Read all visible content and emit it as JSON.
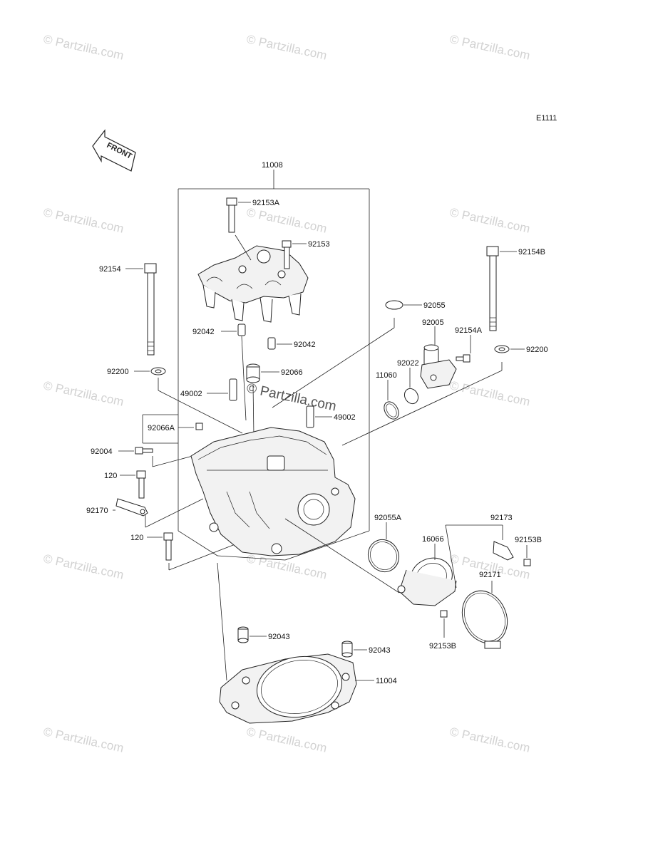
{
  "diagram_code": "E1111",
  "front_label": "FRONT",
  "watermark_text": "© Partzilla.com",
  "center_watermark": "© Partzilla.com",
  "colors": {
    "line": "#222222",
    "watermark": "#d2d2d2",
    "background": "#ffffff"
  },
  "parts": [
    {
      "id": "11008",
      "label": "11008"
    },
    {
      "id": "92153A",
      "label": "92153A"
    },
    {
      "id": "92153",
      "label": "92153"
    },
    {
      "id": "92154",
      "label": "92154"
    },
    {
      "id": "92154B",
      "label": "92154B"
    },
    {
      "id": "92055",
      "label": "92055"
    },
    {
      "id": "92005",
      "label": "92005"
    },
    {
      "id": "92154A",
      "label": "92154A"
    },
    {
      "id": "92042a",
      "label": "92042"
    },
    {
      "id": "92042b",
      "label": "92042"
    },
    {
      "id": "92200a",
      "label": "92200"
    },
    {
      "id": "92200b",
      "label": "92200"
    },
    {
      "id": "92066",
      "label": "92066"
    },
    {
      "id": "92022",
      "label": "92022"
    },
    {
      "id": "11060",
      "label": "11060"
    },
    {
      "id": "49002a",
      "label": "49002"
    },
    {
      "id": "49002b",
      "label": "49002"
    },
    {
      "id": "92066A",
      "label": "92066A"
    },
    {
      "id": "92004",
      "label": "92004"
    },
    {
      "id": "120a",
      "label": "120"
    },
    {
      "id": "92170",
      "label": "92170"
    },
    {
      "id": "120b",
      "label": "120"
    },
    {
      "id": "92055A",
      "label": "92055A"
    },
    {
      "id": "16066",
      "label": "16066"
    },
    {
      "id": "92173",
      "label": "92173"
    },
    {
      "id": "92153Ba",
      "label": "92153B"
    },
    {
      "id": "92171",
      "label": "92171"
    },
    {
      "id": "92153Bb",
      "label": "92153B"
    },
    {
      "id": "92043a",
      "label": "92043"
    },
    {
      "id": "92043b",
      "label": "92043"
    },
    {
      "id": "11004",
      "label": "11004"
    }
  ]
}
